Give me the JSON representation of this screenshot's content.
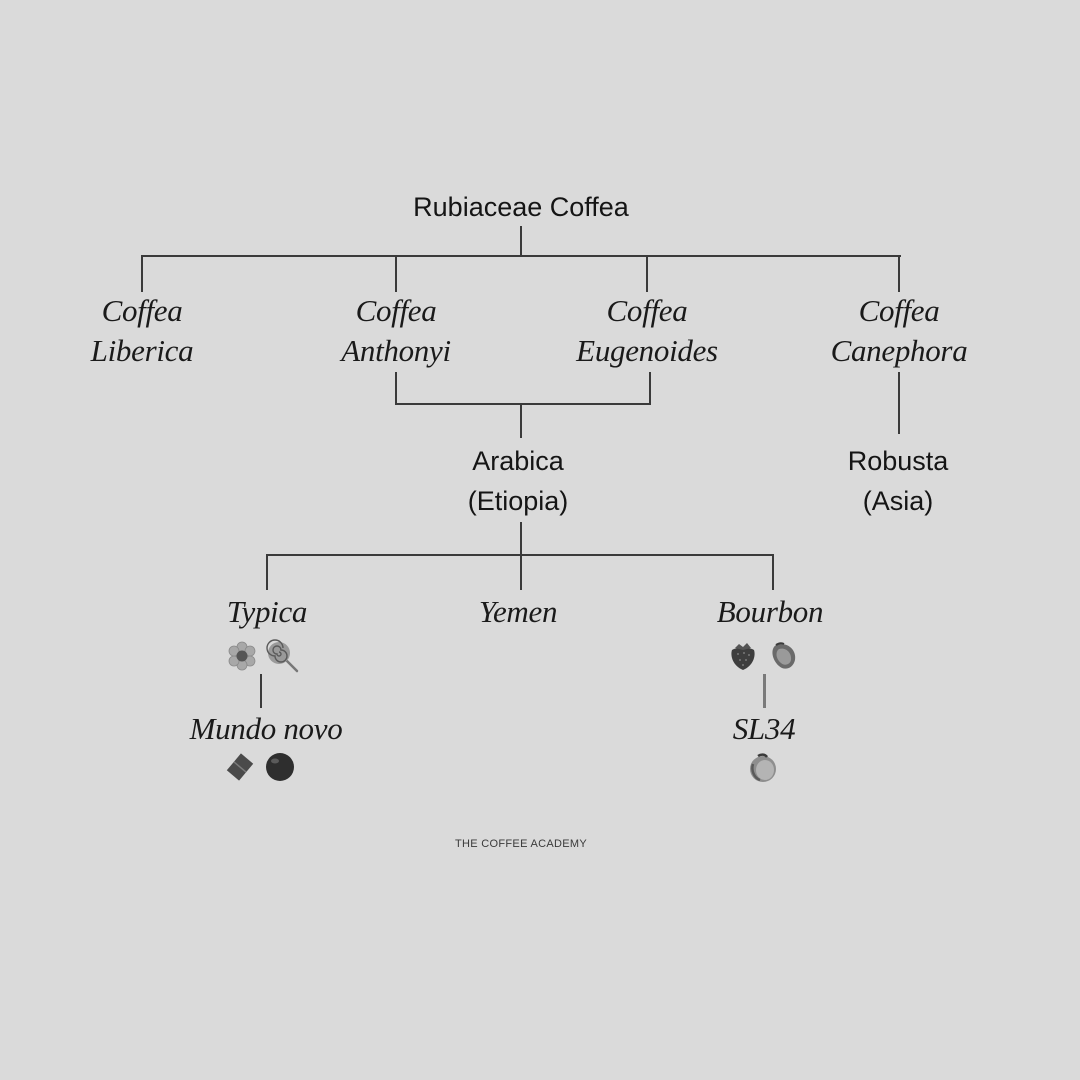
{
  "diagram": {
    "type": "tree",
    "title": "Rubiaceae Coffea",
    "root": {
      "label": "Rubiaceae Coffea",
      "children": [
        "Coffea Liberica",
        "Coffea Anthonyi",
        "Coffea Eugenoides",
        "Coffea Canephora"
      ]
    },
    "species": [
      {
        "line1": "Coffea",
        "line2": "Liberica"
      },
      {
        "line1": "Coffea",
        "line2": "Anthonyi"
      },
      {
        "line1": "Coffea",
        "line2": "Eugenoides"
      },
      {
        "line1": "Coffea",
        "line2": "Canephora"
      }
    ],
    "arabica": {
      "line1": "Arabica",
      "line2": "(Etiopia)",
      "parents": [
        "Coffea Anthonyi",
        "Coffea Eugenoides"
      ]
    },
    "robusta": {
      "line1": "Robusta",
      "line2": "(Asia)",
      "parent": "Coffea Canephora"
    },
    "varieties": [
      {
        "label": "Typica",
        "icons": [
          "flower-icon",
          "lollipop-icon"
        ],
        "parent": "Arabica"
      },
      {
        "label": "Yemen",
        "icons": [],
        "parent": "Arabica"
      },
      {
        "label": "Bourbon",
        "icons": [
          "strawberry-icon",
          "mango-icon"
        ],
        "parent": "Arabica"
      }
    ],
    "sub_varieties": [
      {
        "label": "Mundo novo",
        "icons": [
          "chocolate-icon",
          "plum-icon"
        ],
        "parent": "Typica"
      },
      {
        "label": "SL34",
        "icons": [
          "peach-icon"
        ],
        "parent": "Bourbon"
      }
    ],
    "footer": "THE COFFEE ACADEMY"
  }
}
